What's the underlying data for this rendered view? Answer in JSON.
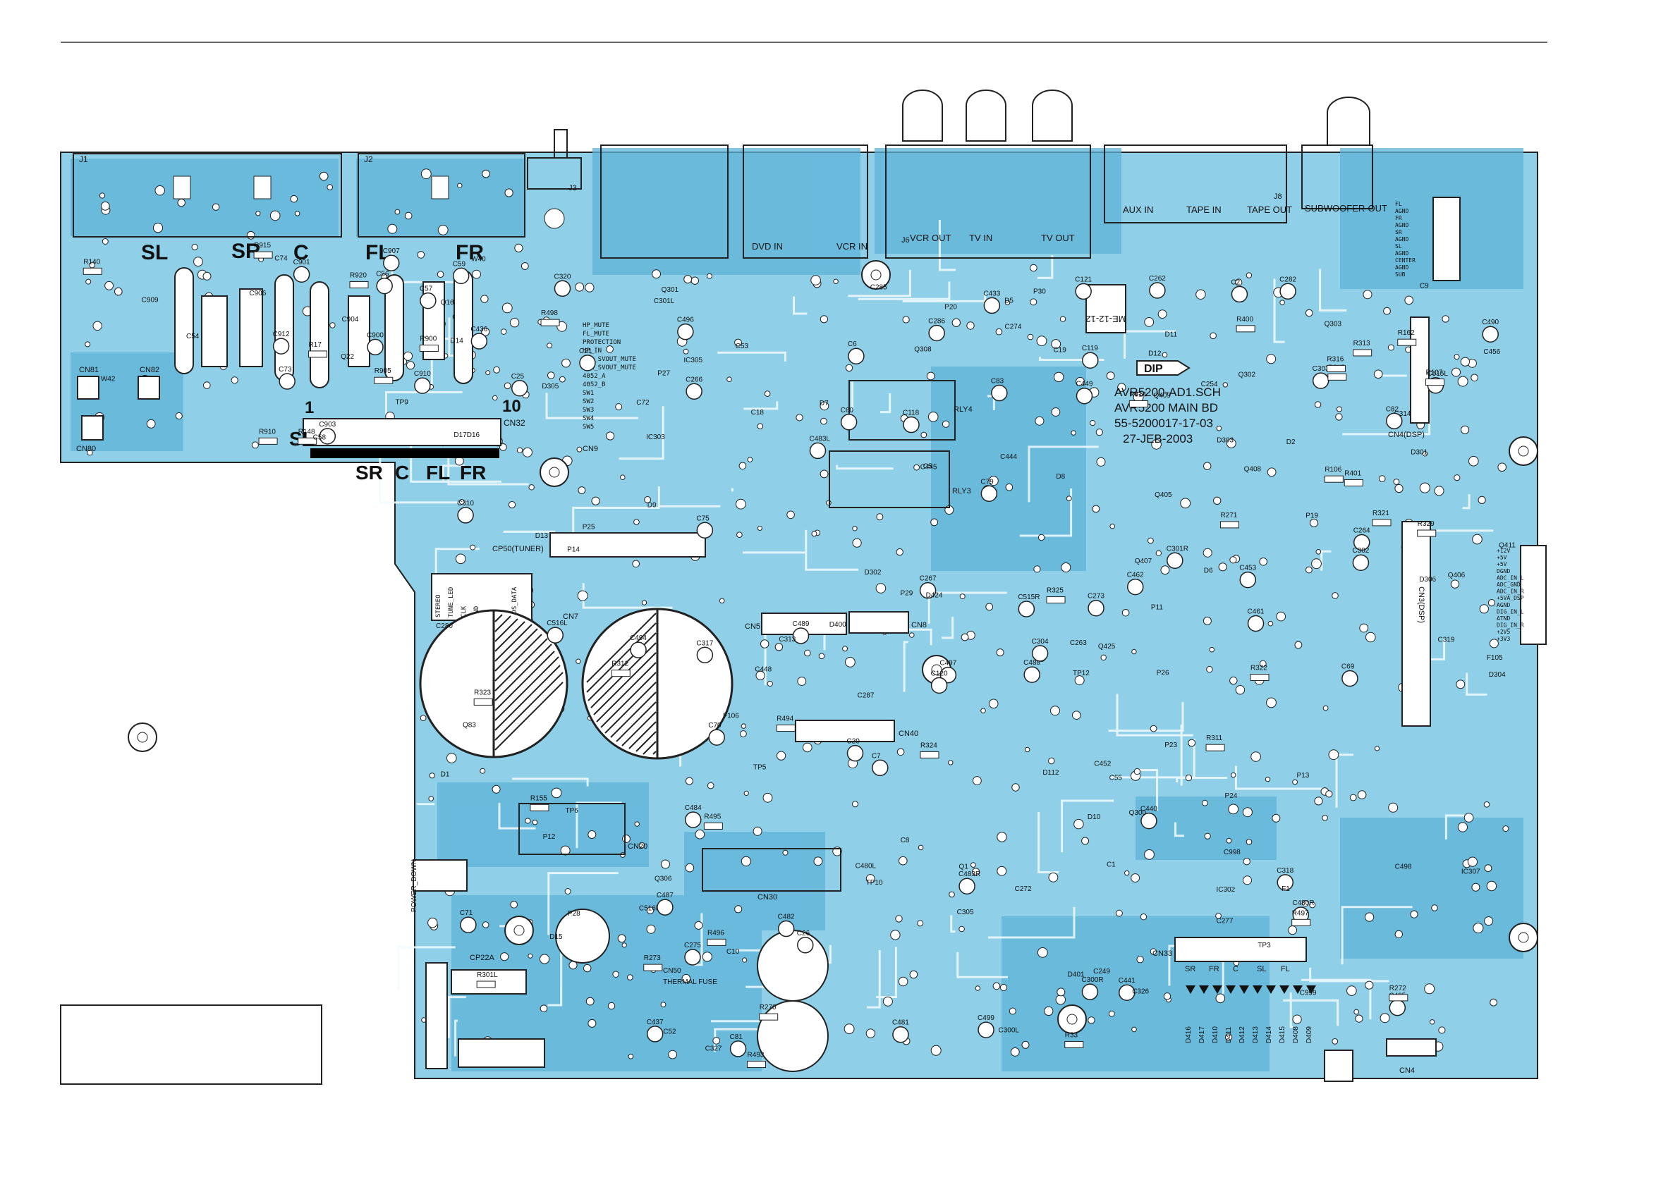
{
  "board": {
    "schematic_ref": "AVR5200-AD1.SCH",
    "board_name": "AVR5200 MAIN BD",
    "part_number": "55-5200017-17-03",
    "date": "27-JEB-2003"
  },
  "channel_labels": [
    "SL",
    "SR",
    "C",
    "FL",
    "FR"
  ],
  "bottom_channel_labels": [
    "SL",
    "SR",
    "C",
    "FL",
    "FR"
  ],
  "connectors": {
    "j1": "J1",
    "j2": "J2",
    "j3": "J3",
    "j6": "J6",
    "j8": "J8",
    "cn32": "CN32",
    "cn9": "CN9",
    "cn5": "CN5",
    "cn8": "CN8",
    "cn7": "CN7",
    "cn40": "CN40",
    "cn20": "CN20",
    "cn30": "CN30",
    "cn33": "CN33",
    "cn4": "CN4",
    "cn4_dsp": "CN4(DSP)",
    "cn3_dsp": "CN3(DSP)",
    "cn80": "CN80",
    "cn81": "CN81",
    "cn82": "CN82",
    "cp50": "CP50(TUNER)",
    "cp22a": "CP22A",
    "cn50": "CN50"
  },
  "jack_labels": {
    "vcr_out": "VCR OUT",
    "tv_in": "TV IN",
    "tv_out": "TV OUT",
    "aux_in": "AUX IN",
    "tape_in": "TAPE IN",
    "tape_out": "TAPE OUT",
    "subwoofer_out": "SUBWOOFER-OUT",
    "dvd_in": "DVD IN",
    "vcr_in": "VCR IN"
  },
  "misc_labels": {
    "dip": "DIP",
    "me": "ME-12-12",
    "cn32_pin1": "1",
    "cn32_pin10": "10",
    "rly3": "RLY3",
    "rly4": "RLY4",
    "power_down": "POWER_DOWN",
    "thermal_fuse": "THERMAL FUSE"
  },
  "cn9_signals": [
    "HP_MUTE",
    "FL_MUTE",
    "PROTECTION",
    "HP_IN",
    "VCR_SVOUT_MUTE",
    "MON_SVOUT_MUTE",
    "4052_A",
    "4052_B",
    "SW1",
    "SW2",
    "SW3",
    "SW4",
    "SW5"
  ],
  "tuner_signals": [
    "STEREO",
    "TUNE_LED",
    "CLK",
    "GND",
    "DO",
    "CE",
    "RDS_DATA"
  ],
  "cn3_signals": [
    "+12V",
    "+5V",
    "+5V",
    "DGND",
    "ADC_IN_L",
    "ADC_GND",
    "ADC_IN_R",
    "+5VA_DSP",
    "AGND",
    "DIG_IN_L",
    "ATND",
    "DIG_IN_R",
    "+2V5",
    "+3V3"
  ],
  "cn4_signals": [
    "FL",
    "AGND",
    "FR",
    "AGND",
    "SR",
    "AGND",
    "SL",
    "AGND",
    "CENTER",
    "AGND",
    "SUB"
  ],
  "cn33_signals": [
    "SR",
    "FR",
    "C",
    "SL",
    "FL"
  ],
  "diode_row": [
    "D416",
    "D417",
    "D410",
    "D411",
    "D412",
    "D413",
    "D414",
    "D415",
    "D408",
    "D409"
  ],
  "component_labels": [
    "C74",
    "R140",
    "Q16",
    "R17",
    "Q22",
    "R148",
    "D17D16",
    "W42",
    "C912",
    "C909",
    "C906",
    "C903",
    "C900",
    "R920",
    "R915",
    "R910",
    "R905",
    "R900",
    "C56",
    "C57",
    "C54",
    "C59",
    "C58",
    "C907",
    "C904",
    "C901",
    "C910",
    "W40",
    "TP9",
    "C73",
    "C7",
    "C9",
    "C5",
    "C8",
    "C10",
    "C6",
    "C516R",
    "C516L",
    "C515R",
    "C515L",
    "C262",
    "C494",
    "C495",
    "C487",
    "C488",
    "C489",
    "C490",
    "C498",
    "C499",
    "C496",
    "C497",
    "C440",
    "C301L",
    "C300L",
    "R301L",
    "C72",
    "C75",
    "C300R",
    "C301R",
    "R162",
    "R155",
    "Q1",
    "C285",
    "C274",
    "C286",
    "C273",
    "C287",
    "C275",
    "C272",
    "C998",
    "C266",
    "C267",
    "C999",
    "C254",
    "C263",
    "C264",
    "R107",
    "D2",
    "C53",
    "C52",
    "C26",
    "C25",
    "R106",
    "D5",
    "C249",
    "C462",
    "C461",
    "D400",
    "D401",
    "R401",
    "R400",
    "C302",
    "C303",
    "C304",
    "C305",
    "Q83",
    "R311",
    "R312",
    "C121",
    "C120",
    "C119",
    "C118",
    "C60",
    "C69",
    "C70",
    "C71",
    "D112",
    "R321",
    "R324",
    "Q300",
    "Q301",
    "Q302",
    "Q303",
    "R322",
    "R323",
    "Q308",
    "R313",
    "R314",
    "R315",
    "R316",
    "R329",
    "C313",
    "C314",
    "C317",
    "C318",
    "C319",
    "C320",
    "IC302",
    "IC303",
    "IC305",
    "IC307",
    "R325",
    "C282",
    "C277",
    "C280",
    "C310",
    "Q306",
    "R33",
    "R270",
    "R271",
    "R272",
    "R273",
    "D306",
    "C18",
    "C19",
    "C21",
    "C20",
    "C2",
    "C1",
    "C445",
    "C441",
    "C449",
    "C453",
    "C433",
    "C448",
    "C444",
    "C452",
    "C456",
    "C436",
    "C437",
    "C82",
    "C83",
    "C79",
    "C81",
    "C484",
    "C480R",
    "C480L",
    "C481",
    "C482",
    "C483R",
    "C483L",
    "R494",
    "R497",
    "R496",
    "R495",
    "R498",
    "R493",
    "Q425",
    "Q406",
    "Q407",
    "Q408",
    "Q409",
    "Q405",
    "Q411",
    "D10",
    "D11",
    "D12",
    "D13",
    "D14",
    "D15",
    "D424",
    "D1",
    "C326",
    "C327",
    "C55",
    "D9",
    "D6",
    "D7",
    "D8",
    "D301",
    "D302",
    "D303",
    "D304",
    "D305",
    "F105",
    "F106",
    "F1",
    "P11",
    "P12",
    "P13",
    "P14",
    "P19",
    "P20",
    "P23",
    "P24",
    "P25",
    "P26",
    "P27",
    "P28",
    "P29",
    "P30",
    "TP3",
    "TP5",
    "TP6",
    "TP10",
    "TP12"
  ]
}
